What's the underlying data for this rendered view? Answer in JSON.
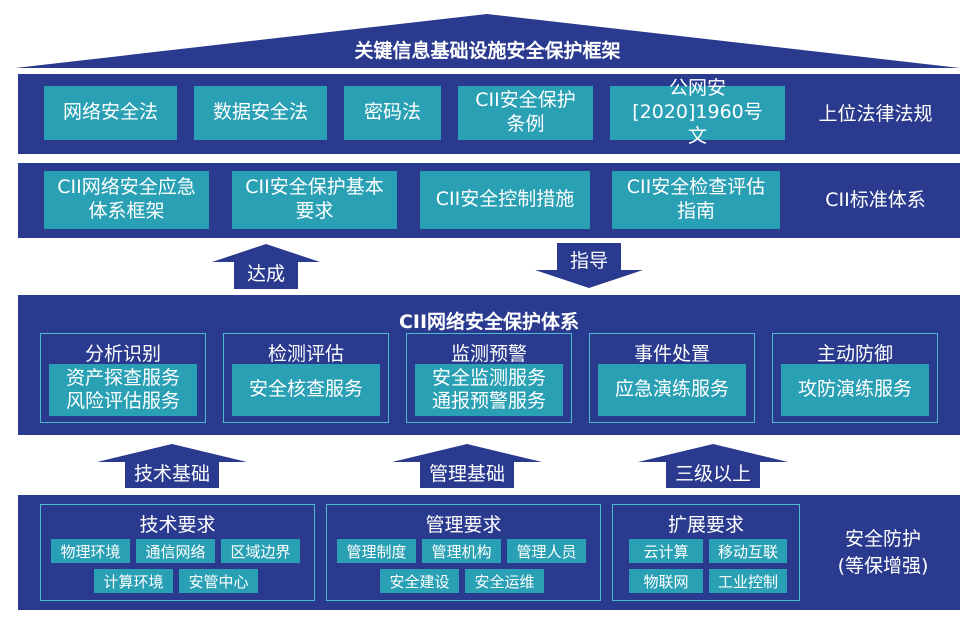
{
  "roof": {
    "title": "关键信息基础设施安全保护框架"
  },
  "laws": {
    "items": [
      "网络安全法",
      "数据安全法",
      "密码法",
      "CII安全保护条例",
      "公网安[2020]1960号文"
    ],
    "side_label": "上位法律法规"
  },
  "standards": {
    "items": [
      "CII网络安全应急体系框架",
      "CII安全保护基本要求",
      "CII安全控制措施",
      "CII安全检查评估指南"
    ],
    "side_label": "CII标准体系"
  },
  "arrows_top": {
    "up": "达成",
    "down": "指导"
  },
  "protection": {
    "title": "CII网络安全保护体系",
    "panels": [
      {
        "title": "分析识别",
        "content": "资产探查服务\n风险评估服务"
      },
      {
        "title": "检测评估",
        "content": "安全核查服务"
      },
      {
        "title": "监测预警",
        "content": "安全监测服务\n通报预警服务"
      },
      {
        "title": "事件处置",
        "content": "应急演练服务"
      },
      {
        "title": "主动防御",
        "content": "攻防演练服务"
      }
    ]
  },
  "arrows_bottom": [
    "技术基础",
    "管理基础",
    "三级以上"
  ],
  "foundation": {
    "tech": {
      "title": "技术要求",
      "items": [
        "物理环境",
        "通信网络",
        "区域边界",
        "计算环境",
        "安管中心"
      ]
    },
    "mgmt": {
      "title": "管理要求",
      "items": [
        "管理制度",
        "管理机构",
        "管理人员",
        "安全建设",
        "安全运维"
      ]
    },
    "ext": {
      "title": "扩展要求",
      "items": [
        "云计算",
        "移动互联",
        "物联网",
        "工业控制"
      ]
    },
    "side_label": "安全防护\n(等保增强)"
  },
  "colors": {
    "navy": "#2a3a8e",
    "teal": "#2aa0b5",
    "panel_border": "#4fb9cf"
  }
}
